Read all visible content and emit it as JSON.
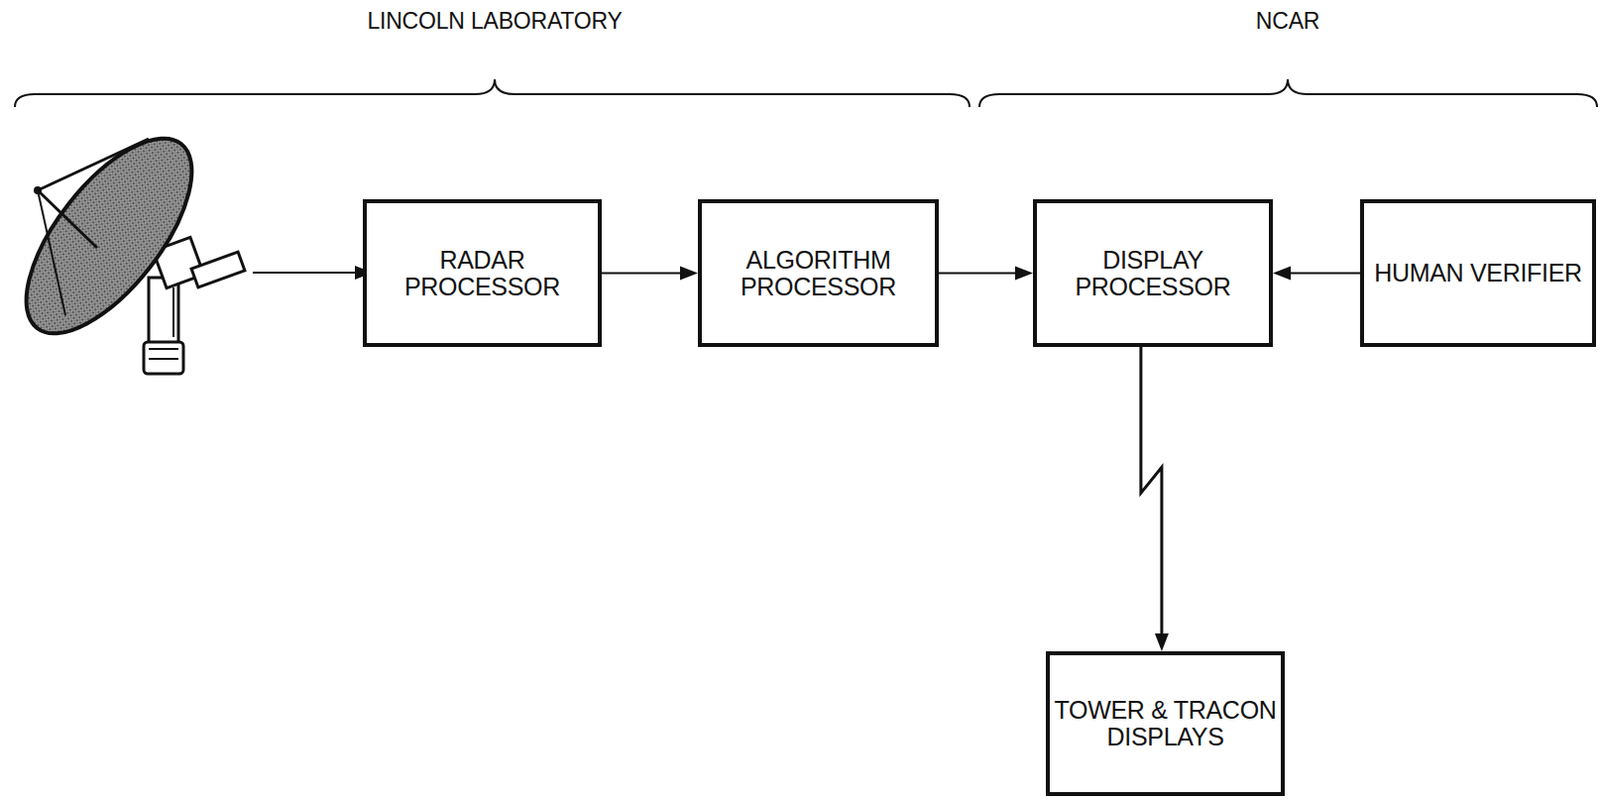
{
  "diagram": {
    "nodes": [
      {
        "text": [
          "RADAR PROCESSOR"
        ]
      },
      {
        "text": [
          "ALGORITHM PROCESSOR"
        ]
      },
      {
        "text": [
          "DISPLAY PROCESSOR"
        ]
      },
      {
        "text": [
          "HUMAN VERIFIER"
        ]
      },
      {
        "text": [
          "TOWER & TRACON DISPLAYS"
        ]
      }
    ],
    "edges": [
      {
        "from": 0,
        "to": 1,
        "arrow": "to"
      },
      {
        "from": 1,
        "to": 2,
        "arrow": "to"
      },
      {
        "from": 3,
        "to": 2,
        "arrow": "to"
      },
      {
        "from": 2,
        "to": 4,
        "arrow": "to"
      }
    ],
    "labels": [
      "LINCOLN LABORATORY",
      "NCAR"
    ]
  }
}
